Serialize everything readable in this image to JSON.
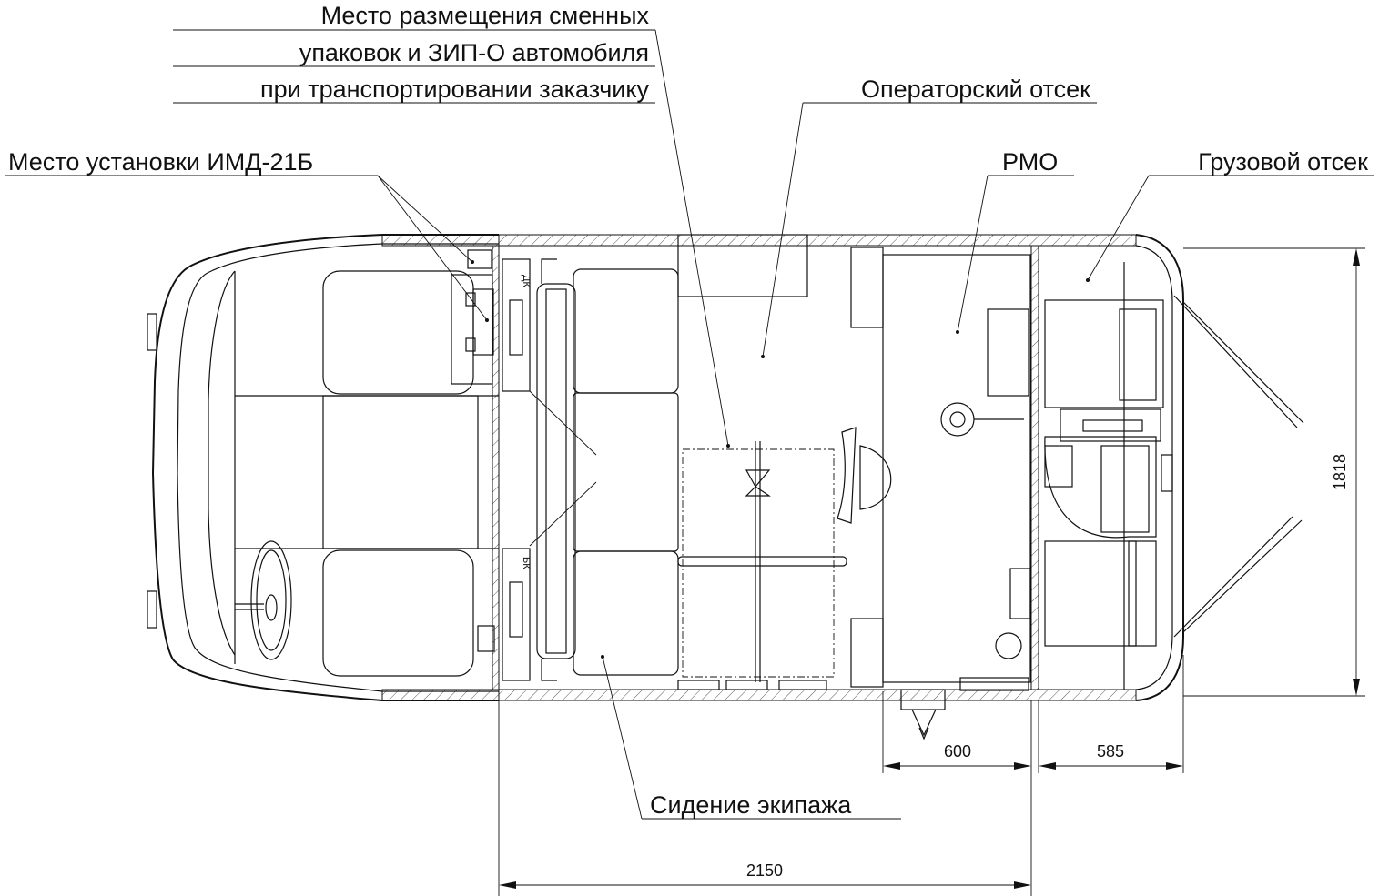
{
  "labels": {
    "zip_line1": "Место размещения сменных",
    "zip_line2": "упаковок и ЗИП-О автомобиля",
    "zip_line3": "при транспортировании заказчику",
    "operator": "Операторский отсек",
    "imd": "Место установки ИМД-21Б",
    "rmo": "РМО",
    "cargo": "Грузовой отсек",
    "crew_seat": "Сидение экипажа"
  },
  "box_marks": {
    "top": "ДК",
    "bottom": "БК"
  },
  "dimensions": {
    "width": "1818",
    "rmo_length": "600",
    "cargo_length": "585",
    "total_length": "2150"
  }
}
